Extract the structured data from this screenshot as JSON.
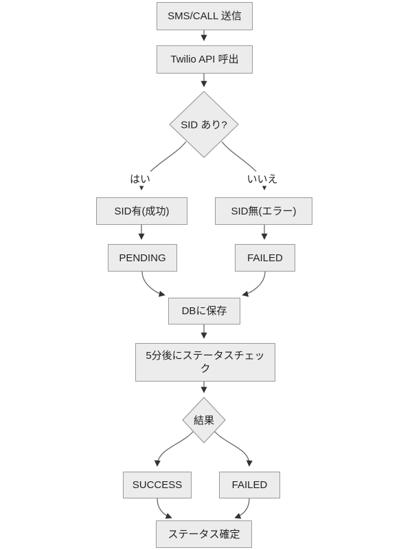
{
  "diagram": {
    "type": "flowchart",
    "direction": "top-down",
    "colors": {
      "node_fill": "#ececec",
      "node_border": "#999999",
      "edge": "#666666",
      "arrowhead": "#333333",
      "text": "#222222",
      "bg": "#ffffff"
    },
    "nodes": [
      {
        "id": "A",
        "shape": "rect",
        "label": "SMS/CALL 送信"
      },
      {
        "id": "B",
        "shape": "rect",
        "label": "Twilio API 呼出"
      },
      {
        "id": "C",
        "shape": "diamond",
        "label": "SID あり?"
      },
      {
        "id": "D",
        "shape": "rect",
        "label": "SID有(成功)"
      },
      {
        "id": "E",
        "shape": "rect",
        "label": "SID無(エラー)"
      },
      {
        "id": "F",
        "shape": "rect",
        "label": "PENDING"
      },
      {
        "id": "G",
        "shape": "rect",
        "label": "FAILED"
      },
      {
        "id": "H",
        "shape": "rect",
        "label": "DBに保存"
      },
      {
        "id": "I",
        "shape": "rect",
        "label": "5分後にステータスチェック"
      },
      {
        "id": "J",
        "shape": "diamond",
        "label": "結果"
      },
      {
        "id": "K",
        "shape": "rect",
        "label": "SUCCESS"
      },
      {
        "id": "L",
        "shape": "rect",
        "label": "FAILED"
      },
      {
        "id": "M",
        "shape": "rect",
        "label": "ステータス確定"
      }
    ],
    "edges": [
      {
        "from": "A",
        "to": "B",
        "label": ""
      },
      {
        "from": "B",
        "to": "C",
        "label": ""
      },
      {
        "from": "C",
        "to": "D",
        "label": "はい"
      },
      {
        "from": "C",
        "to": "E",
        "label": "いいえ"
      },
      {
        "from": "D",
        "to": "F",
        "label": ""
      },
      {
        "from": "E",
        "to": "G",
        "label": ""
      },
      {
        "from": "F",
        "to": "H",
        "label": ""
      },
      {
        "from": "G",
        "to": "H",
        "label": ""
      },
      {
        "from": "H",
        "to": "I",
        "label": ""
      },
      {
        "from": "I",
        "to": "J",
        "label": ""
      },
      {
        "from": "J",
        "to": "K",
        "label": ""
      },
      {
        "from": "J",
        "to": "L",
        "label": ""
      },
      {
        "from": "K",
        "to": "M",
        "label": ""
      },
      {
        "from": "L",
        "to": "M",
        "label": ""
      }
    ]
  }
}
